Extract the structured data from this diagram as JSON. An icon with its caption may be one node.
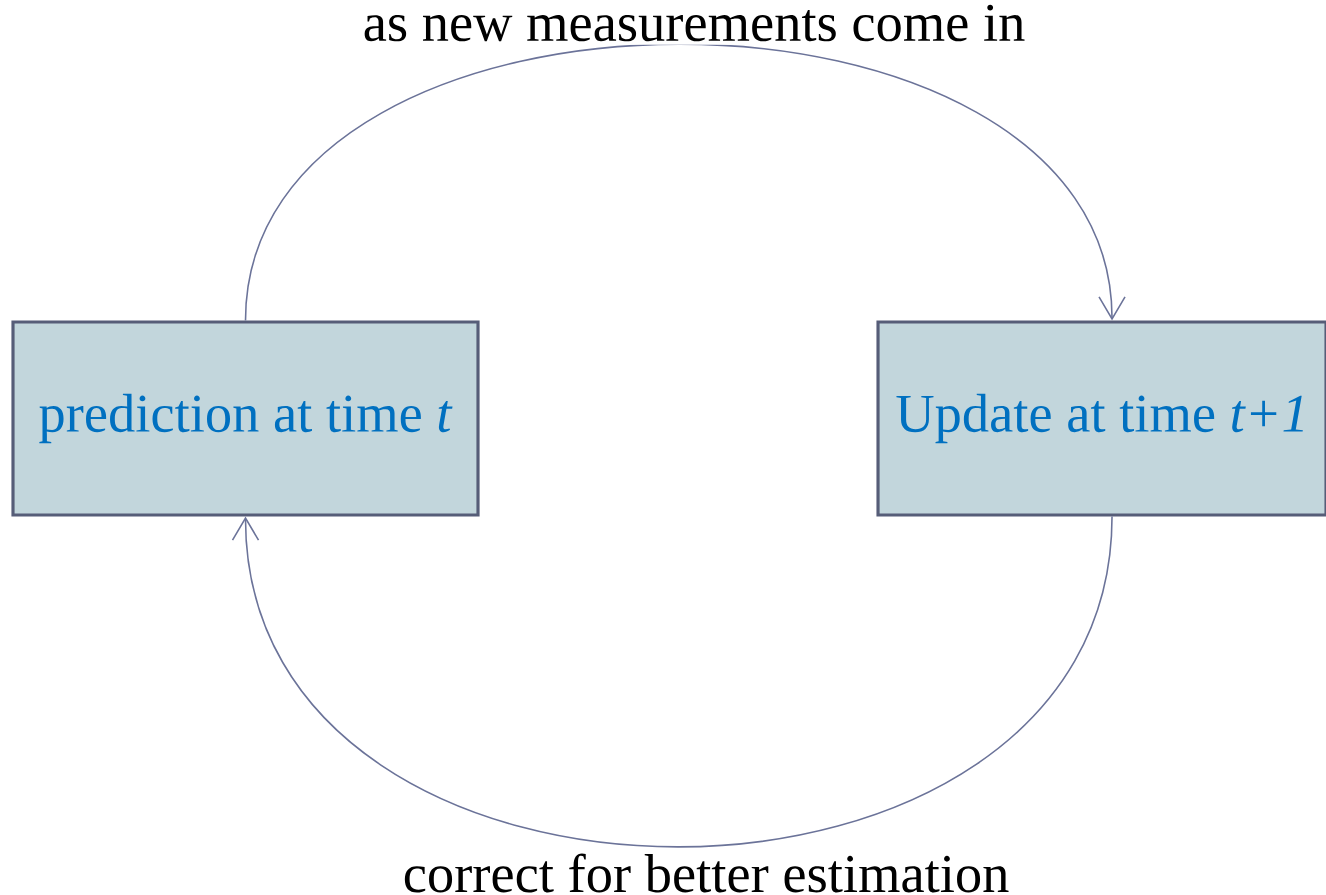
{
  "diagram": {
    "nodes": [
      {
        "text": [
          "prediction at time *t*"
        ]
      },
      {
        "text": [
          "Update at time *t+1*"
        ]
      }
    ],
    "edges": [
      {
        "from": 0,
        "to": 1,
        "arrow": "to",
        "label": "as new measurements come in"
      },
      {
        "from": 1,
        "to": 0,
        "arrow": "to",
        "label": "correct for better estimation"
      }
    ]
  }
}
